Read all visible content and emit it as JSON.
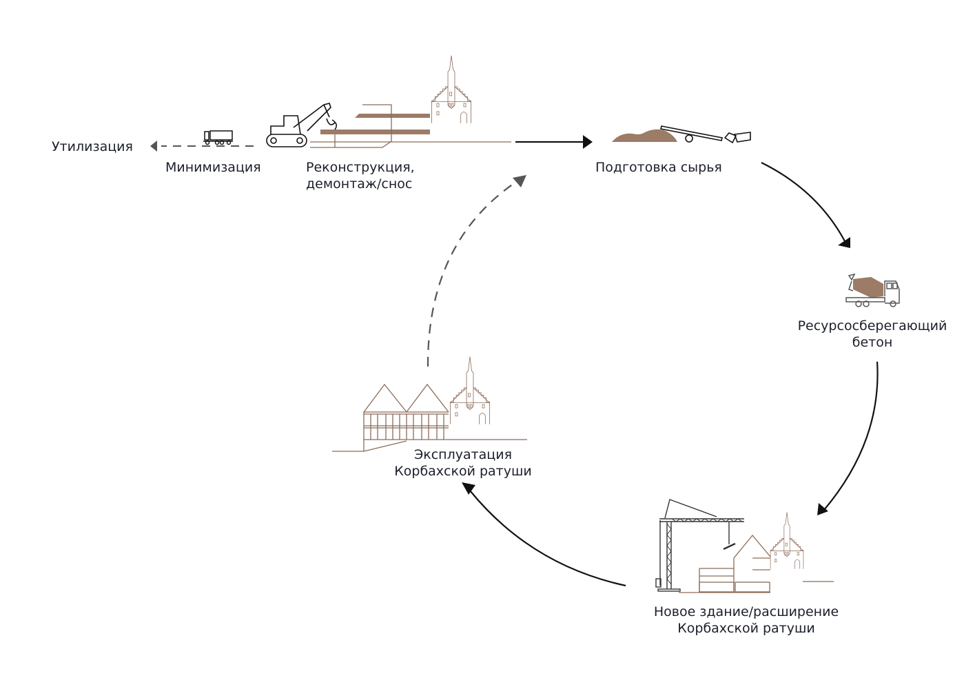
{
  "colors": {
    "building": "#8b6a58",
    "fill_brown": "#9c7b67",
    "arrow": "#111111",
    "dashed_arrow": "#555555",
    "text": "#1b1f2a"
  },
  "nodes": {
    "disposal": {
      "label": "Утилизация"
    },
    "minimization": {
      "label": "Минимизация"
    },
    "reconstruction": {
      "line1": "Реконструкция,",
      "line2": "демонтаж/снос"
    },
    "raw_material": {
      "label": "Подготовка сырья"
    },
    "concrete": {
      "line1": "Ресурсосберегающий",
      "line2": "бетон"
    },
    "new_building": {
      "line1": "Новое здание/расширение",
      "line2": "Корбахской ратуши"
    },
    "operation": {
      "line1": "Эксплуатация",
      "line2": "Корбахской ратуши"
    }
  },
  "icons": {
    "truck": "truck-icon",
    "excavator": "excavator-icon",
    "town_hall": "town-hall-icon",
    "material_pile": "material-pile-icon",
    "conveyor": "conveyor-icon",
    "concrete_mixer": "concrete-mixer-truck-icon",
    "crane": "tower-crane-icon"
  },
  "edges": [
    {
      "from": "reconstruction",
      "to": "raw_material",
      "style": "solid"
    },
    {
      "from": "raw_material",
      "to": "concrete",
      "style": "solid"
    },
    {
      "from": "concrete",
      "to": "new_building",
      "style": "solid"
    },
    {
      "from": "new_building",
      "to": "operation",
      "style": "solid"
    },
    {
      "from": "operation",
      "to": "reconstruction",
      "style": "dashed"
    },
    {
      "from": "reconstruction",
      "to": "disposal",
      "style": "dashed",
      "via": "minimization"
    }
  ]
}
